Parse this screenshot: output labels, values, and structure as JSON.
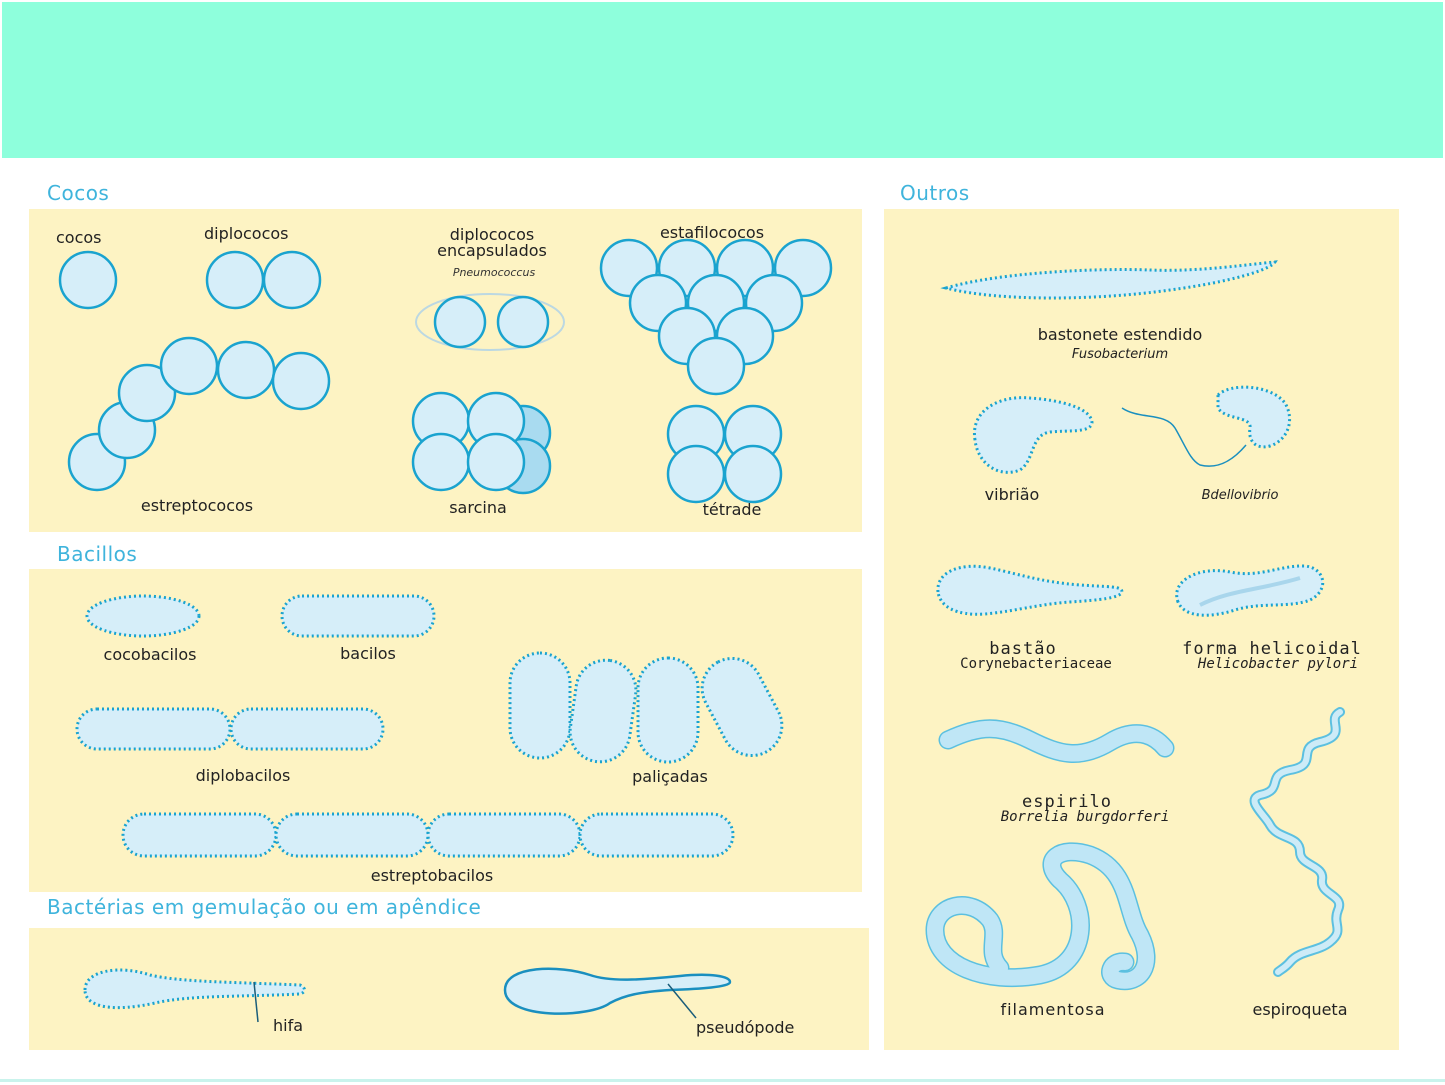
{
  "sections": {
    "cocos": "Cocos",
    "bacilos": "Bacillos",
    "gemulacao": "Bactérias em gemulação ou em apêndice",
    "outros": "Outros"
  },
  "cocos": {
    "cocos": "cocos",
    "diplococos": "diplococos",
    "diplococos_enc_1": "diplococos",
    "diplococos_enc_2": "encapsulados",
    "pneumococcus": "Pneumococcus",
    "estafilococos": "estafilococos",
    "estreptococos": "estreptococos",
    "sarcina": "sarcina",
    "tetrade": "tétrade"
  },
  "bacilos": {
    "cocobacilos": "cocobacilos",
    "bacilos": "bacilos",
    "diplobacilos": "diplobacilos",
    "palicadas": "paliçadas",
    "estreptobacilos": "estreptobacilos"
  },
  "gemulacao": {
    "hifa": "hifa",
    "pseudopode": "pseudópode"
  },
  "outros": {
    "bastonete": "bastonete estendido",
    "fusobacterium": "Fusobacterium",
    "vibriao": "vibrião",
    "bdellovibrio": "Bdellovibrio",
    "bastao": "bastão",
    "corynebacteriaceae": "Corynebacteriaceae",
    "helicoidal": "forma helicoidal",
    "helicobacter": "Helicobacter pylori",
    "espirilo": "espirilo",
    "borrelia": "Borrelia burgdorferi",
    "filamentosa": "filamentosa",
    "espiroqueta": "espiroqueta"
  },
  "colors": {
    "header": "#8effdc",
    "panel": "#fdf3c3",
    "section_title": "#3fb4dc",
    "cell_fill": "#d6eef9",
    "cell_stroke": "#1aa3cf"
  }
}
